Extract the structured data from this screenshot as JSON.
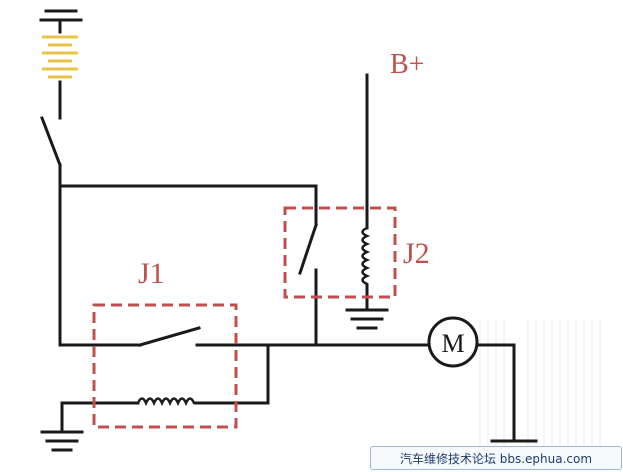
{
  "labels": {
    "b_plus": "B+",
    "j1": "J1",
    "j2": "J2",
    "motor": "M"
  },
  "watermark": {
    "text": "汽车维修技术论坛 bbs.ephua.com"
  },
  "colors": {
    "wire": "#1a1a1a",
    "relay_box": "#c0504d",
    "battery": "#e8c44a"
  }
}
